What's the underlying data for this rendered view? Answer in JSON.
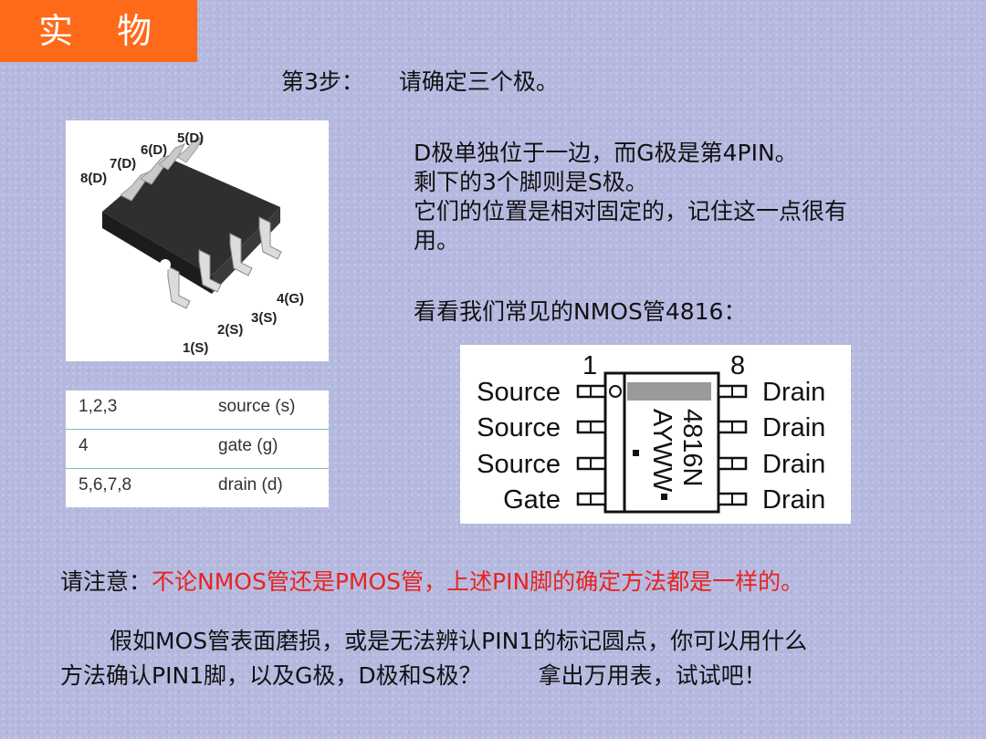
{
  "title": "实 物",
  "step": {
    "label": "第3步：",
    "text": "请确定三个极。"
  },
  "description": [
    "D极单独位于一边，而G极是第4PIN。",
    "剩下的3个脚则是S极。",
    "它们的位置是相对固定的，记住这一点很有",
    "用。"
  ],
  "common_text": "看看我们常见的NMOS管4816：",
  "chip_photo": {
    "pins": {
      "p1": "1(S)",
      "p2": "2(S)",
      "p3": "3(S)",
      "p4": "4(G)",
      "p5": "5(D)",
      "p6": "6(D)",
      "p7": "7(D)",
      "p8": "8(D)"
    }
  },
  "pin_table": {
    "rows": [
      {
        "pins": "1,2,3",
        "function": "source (s)"
      },
      {
        "pins": "4",
        "function": "gate (g)"
      },
      {
        "pins": "5,6,7,8",
        "function": "drain (d)"
      }
    ]
  },
  "diagram": {
    "pin1": "1",
    "pin8": "8",
    "left": [
      "Source",
      "Source",
      "Source",
      "Gate"
    ],
    "right": [
      "Drain",
      "Drain",
      "Drain",
      "Drain"
    ],
    "marking_line1": "4816N",
    "marking_line2": "AYWW"
  },
  "note": {
    "label": "请注意：",
    "highlight": "不论NMOS管还是PMOS管，上述PIN脚的确定方法都是一样的。"
  },
  "question": {
    "line1": "假如MOS管表面磨损，或是无法辨认PIN1的标记圆点，你可以用什么",
    "line2": "方法确认PIN1脚，以及G极，D极和S极？",
    "answer": "拿出万用表，试试吧！"
  },
  "colors": {
    "title_bg": "#ff6a1a",
    "note_red": "#e8231e",
    "background": "#b6b9df"
  }
}
